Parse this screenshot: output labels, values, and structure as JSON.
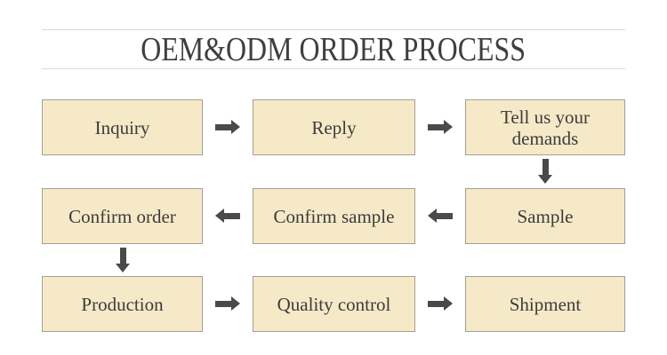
{
  "header": {
    "title": "OEM&ODM ORDER PROCESS"
  },
  "colors": {
    "background": "#ffffff",
    "title-text": "#3f3f3f",
    "rule": "#d9d9d9",
    "box-fill": "#f6e9c7",
    "box-border": "#a49f97",
    "box-text": "#3c3c3c",
    "arrow": "#4a4a4a"
  },
  "flow": {
    "rows": [
      {
        "direction": "right",
        "boxes": [
          {
            "label": "Inquiry"
          },
          {
            "label": "Reply"
          },
          {
            "label": "Tell us your demands"
          }
        ]
      },
      {
        "direction": "left",
        "boxes": [
          {
            "label": "Confirm order"
          },
          {
            "label": "Confirm sample"
          },
          {
            "label": "Sample"
          }
        ]
      },
      {
        "direction": "right",
        "boxes": [
          {
            "label": "Production"
          },
          {
            "label": "Quality control"
          },
          {
            "label": "Shipment"
          }
        ]
      }
    ],
    "connectors": [
      {
        "from": "Tell us your demands",
        "to": "Sample",
        "direction": "down"
      },
      {
        "from": "Confirm order",
        "to": "Production",
        "direction": "down"
      }
    ]
  }
}
